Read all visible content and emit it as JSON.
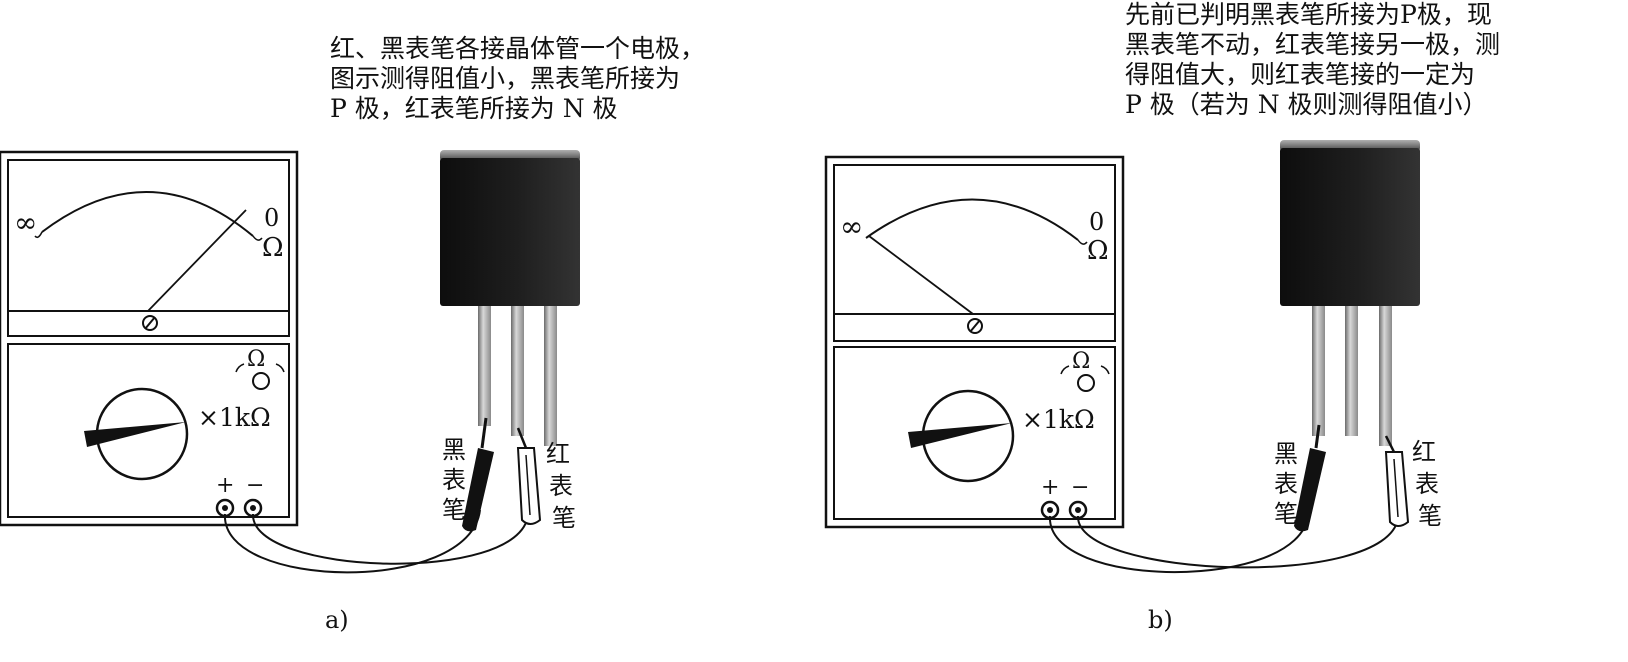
{
  "panels": [
    {
      "id": "a",
      "caption": "a)",
      "note_lines": [
        "红、黑表笔各接晶体管一个电极，",
        "图示测得阻值小，黑表笔所接为",
        "P 极，红表笔所接为 N 极"
      ],
      "meter": {
        "scale_left": "∞",
        "scale_right_top": "0",
        "scale_right_unit": "Ω",
        "mode_symbol": "Ω",
        "range_label": "×1kΩ",
        "plus_label": "+",
        "minus_label": "−",
        "needle_reading": "low resistance"
      },
      "probe_black_label": "黑表笔",
      "probe_red_label": "红表笔"
    },
    {
      "id": "b",
      "caption": "b)",
      "note_lines": [
        "先前已判明黑表笔所接为P极，现",
        "黑表笔不动，红表笔接另一极，测",
        "得阻值大，则红表笔接的一定为",
        "P 极（若为 N 极则测得阻值小）"
      ],
      "meter": {
        "scale_left": "∞",
        "scale_right_top": "0",
        "scale_right_unit": "Ω",
        "mode_symbol": "Ω",
        "range_label": "×1kΩ",
        "plus_label": "+",
        "minus_label": "−",
        "needle_reading": "high resistance"
      },
      "probe_black_label": "黑表笔",
      "probe_red_label": "红表笔"
    }
  ]
}
